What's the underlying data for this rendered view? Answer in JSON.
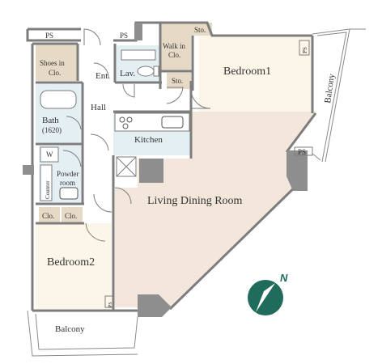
{
  "floorplan": {
    "rooms": {
      "bedroom1": "Bedroom1",
      "bedroom2": "Bedroom2",
      "living": "Living Dining Room",
      "kitchen": "Kitchen",
      "bath": "Bath",
      "bath_size": "(1620)",
      "powder_line1": "Powder",
      "powder_line2": "room",
      "lav": "Lav.",
      "hall": "Hall",
      "entrance": "Ent.",
      "walkin_line1": "Walk in",
      "walkin_line2": "Clo.",
      "shoes_line1": "Shoes in",
      "shoes_line2": "Clo.",
      "storage_top": "Sto.",
      "storage_mid": "Sto.",
      "closet_a": "Clo.",
      "closet_b": "Clo.",
      "balcony_right": "Balcony",
      "balcony_bottom": "Balcony",
      "washer": "W",
      "counter": "Counter"
    },
    "ps_labels": [
      "PS",
      "PS",
      "PS",
      "PS",
      "PS"
    ],
    "compass": {
      "label": "N",
      "color": "#1f6b5c"
    },
    "colors": {
      "living_floor": "#f3e6da",
      "bedroom_floor": "#fbf6e8",
      "wet_area": "#e4eff3",
      "closet": "#e6dac6",
      "wall": "#7d7d7d",
      "balcony_line": "#8a8a8a"
    }
  }
}
